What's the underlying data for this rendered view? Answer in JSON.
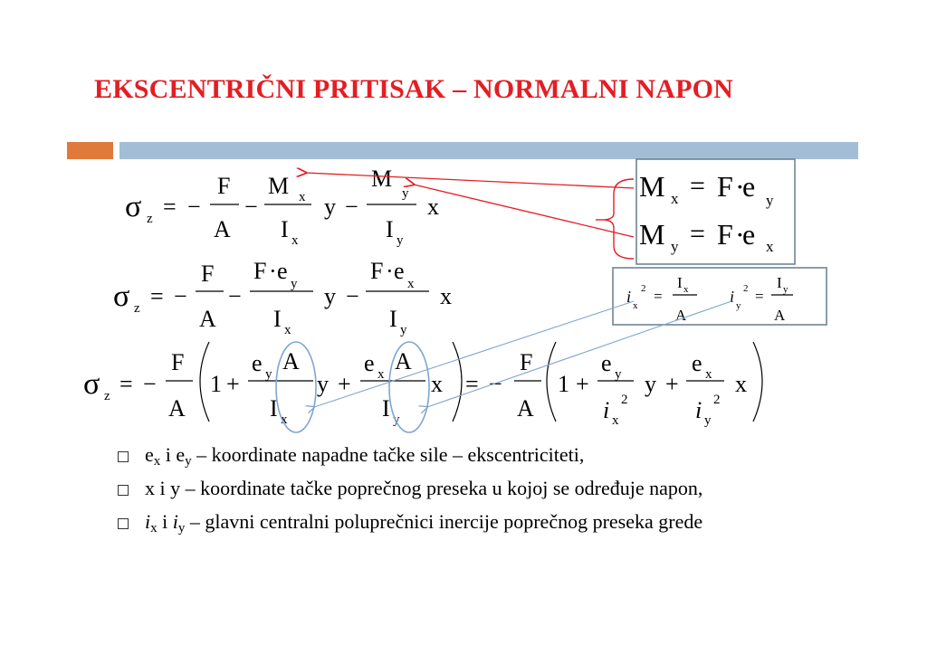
{
  "title": "EKSCENTRIČNI PRITISAK – NORMALNI NAPON",
  "colors": {
    "title": "#e31e24",
    "accent_orange": "#e07a3c",
    "accent_blue": "#a3bdd6",
    "arrow_red": "#e31e24",
    "arrow_blue": "#7fa6cf",
    "box_border": "#6f8396"
  },
  "symbols": {
    "sigma": "σ",
    "z": "z",
    "eq": "=",
    "minus": "−",
    "plus": "+",
    "F": "F",
    "A": "A",
    "M": "M",
    "I": "I",
    "e": "e",
    "i": "i",
    "x": "x",
    "y": "y",
    "one": "1",
    "two": "2",
    "dot": "·"
  },
  "bullets": [
    {
      "parts": [
        {
          "t": "e"
        },
        {
          "sub": "x"
        },
        {
          "t": " i e"
        },
        {
          "sub": "y"
        },
        {
          "t": " – koordinate napadne tačke sile – ekscentriciteti,"
        }
      ]
    },
    {
      "parts": [
        {
          "t": "x i y – koordinate tačke poprečnog preseka u kojoj se određuje napon,"
        }
      ]
    },
    {
      "parts": [
        {
          "it": "i"
        },
        {
          "sub": "x"
        },
        {
          "t": " i "
        },
        {
          "it": "i"
        },
        {
          "sub": "y"
        },
        {
          "t": " – glavni centralni poluprečnici inercije poprečnog preseka grede"
        }
      ]
    }
  ]
}
